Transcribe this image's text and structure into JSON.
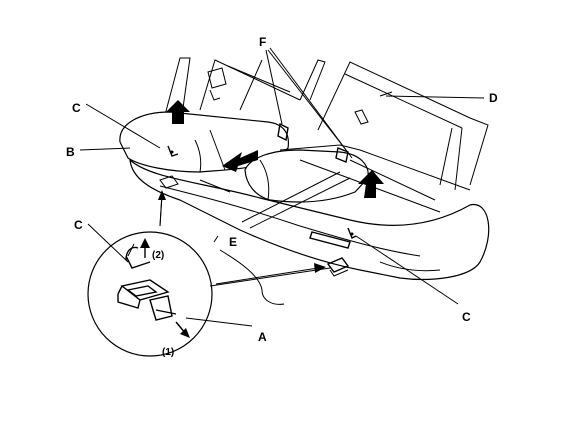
{
  "callouts": {
    "a": "A",
    "b": "B",
    "c_upper": "C",
    "c_inset": "C",
    "c_lower": "C",
    "d": "D",
    "e": "E",
    "f": "F"
  },
  "steps": {
    "one": "(1)",
    "two": "(2)"
  },
  "colors": {
    "line": "#000000",
    "shade": "#000000",
    "background": "#ffffff"
  },
  "icons": {
    "push_arrow": "bold-arrow-icon",
    "pull_arrow": "thin-arrow-icon"
  }
}
